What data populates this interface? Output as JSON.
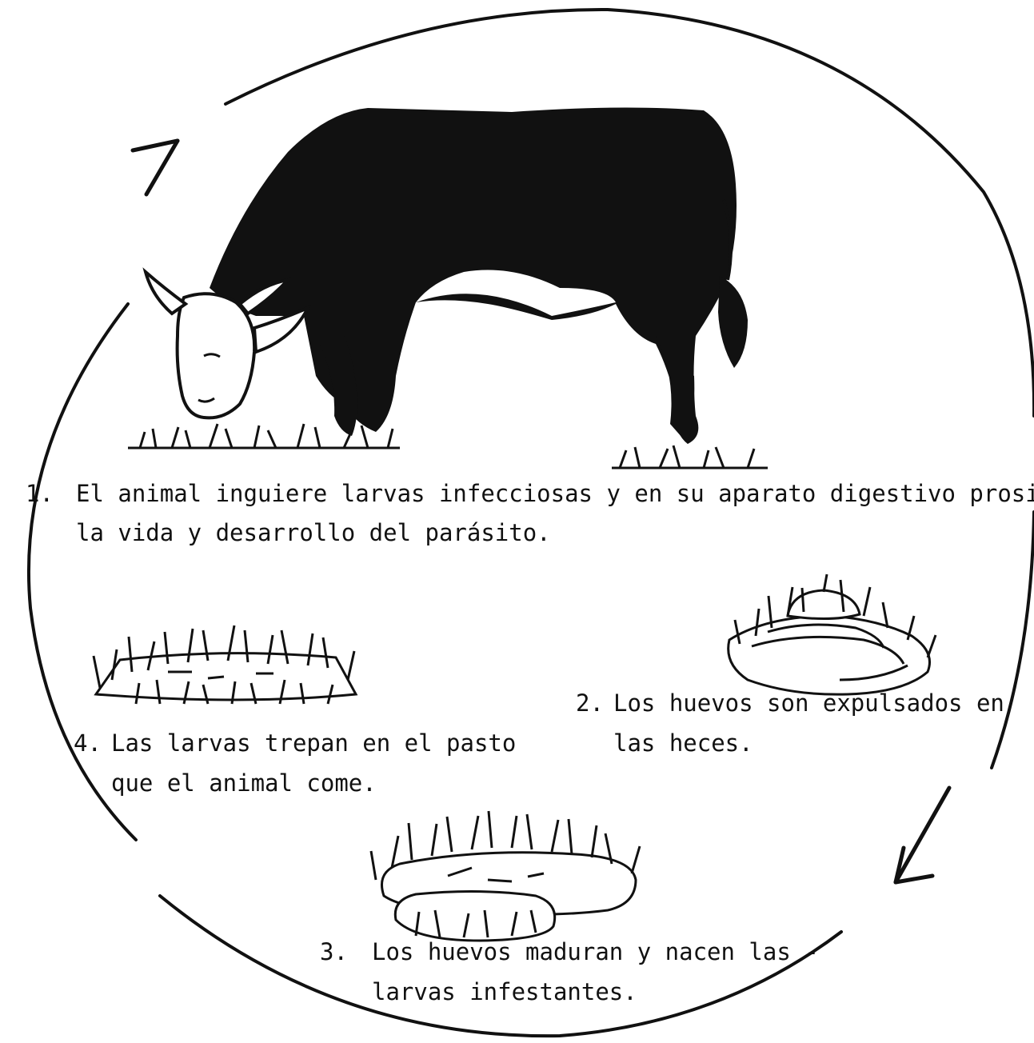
{
  "steps": [
    {
      "number": "1.",
      "line1": "El animal inguiere larvas infecciosas y en su aparato digestivo prosigue",
      "line2": "la vida y desarrollo del parásito."
    },
    {
      "number": "2.",
      "line1": "Los huevos son expulsados en",
      "line2": "las heces."
    },
    {
      "number": "3.",
      "line1": "Los huevos maduran y nacen las -",
      "line2": "larvas infestantes."
    },
    {
      "number": "4.",
      "line1": "Las larvas trepan en el pasto",
      "line2": "que el animal come."
    }
  ],
  "colors": {
    "ink": "#111111",
    "paper": "#ffffff"
  }
}
